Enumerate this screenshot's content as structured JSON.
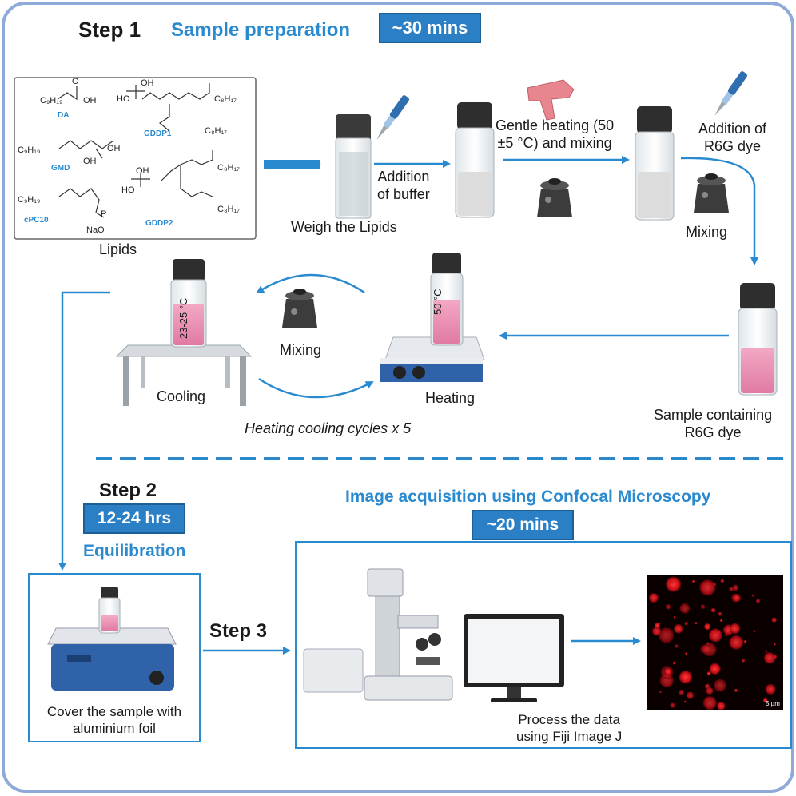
{
  "step1": {
    "label": "Step 1",
    "title": "Sample preparation",
    "time": "~30 mins"
  },
  "lipids": {
    "caption": "Lipids",
    "names": [
      "DA",
      "GMD",
      "cPC10",
      "GDDP1",
      "GDDP2"
    ]
  },
  "chem_text": {
    "c9h19": "C₉H₁₉",
    "c8h17": "C₈H₁₇",
    "oh": "OH",
    "o": "O",
    "p": "P",
    "ho": "HO",
    "nao": "NaO"
  },
  "labels": {
    "weigh": "Weigh the Lipids",
    "addition_buffer": "Addition\nof buffer",
    "gentle_heating": "Gentle heating (50\n±5 °C) and mixing",
    "addition_dye": "Addition of\nR6G dye",
    "mixing_right": "Mixing",
    "sample_containing": "Sample containing\nR6G dye",
    "heating": "Heating",
    "vial_heating_temp": "50 °C",
    "mixing_mid": "Mixing",
    "cooling": "Cooling",
    "vial_cooling_temp": "23-25 °C",
    "cycles": "Heating cooling cycles x 5"
  },
  "step2": {
    "label": "Step 2",
    "time": "12-24 hrs",
    "title": "Equilibration",
    "caption": "Cover the sample with\naluminium foil"
  },
  "step3": {
    "label": "Step 3",
    "title": "Image acquisition using Confocal Microscopy",
    "time": "~20 mins",
    "process": "Process the data\nusing Fiji Image J",
    "scale": "5 µm"
  },
  "colors": {
    "accent": "#2a8ad0",
    "badge": "#2b80c5",
    "frame": "#8aa7d6",
    "pink": "#e98db0",
    "red": "#e0101a"
  }
}
